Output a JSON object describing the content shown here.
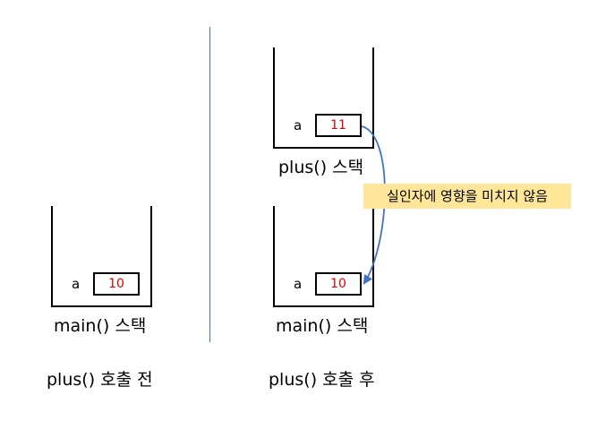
{
  "before": {
    "main_stack": {
      "var_name": "a",
      "var_value": "10",
      "caption": "main() 스택"
    },
    "caption": "plus() 호출 전"
  },
  "after": {
    "plus_stack": {
      "var_name": "a",
      "var_value": "11",
      "caption": "plus() 스택"
    },
    "main_stack": {
      "var_name": "a",
      "var_value": "10",
      "caption": "main() 스택"
    },
    "caption": "plus() 호출 후"
  },
  "note": "실인자에 영향을 미치지 않음",
  "colors": {
    "value_text": "#e00000",
    "divider": "#4472c4",
    "arrow": "#4472c4",
    "note_bg": "#ffe699"
  }
}
